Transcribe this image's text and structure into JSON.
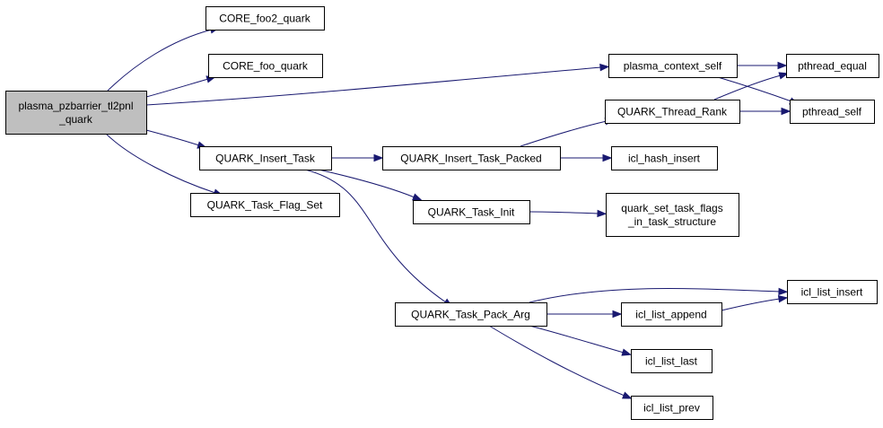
{
  "graph": {
    "nodes": [
      {
        "id": "root",
        "lines": [
          "plasma_pzbarrier_tl2pnl",
          "_quark"
        ],
        "highlighted": true
      },
      {
        "id": "core_foo2",
        "lines": [
          "CORE_foo2_quark"
        ]
      },
      {
        "id": "core_foo",
        "lines": [
          "CORE_foo_quark"
        ]
      },
      {
        "id": "insert_task",
        "lines": [
          "QUARK_Insert_Task"
        ]
      },
      {
        "id": "task_flag_set",
        "lines": [
          "QUARK_Task_Flag_Set"
        ]
      },
      {
        "id": "plasma_context_self",
        "lines": [
          "plasma_context_self"
        ]
      },
      {
        "id": "thread_rank",
        "lines": [
          "QUARK_Thread_Rank"
        ]
      },
      {
        "id": "insert_task_packed",
        "lines": [
          "QUARK_Insert_Task_Packed"
        ]
      },
      {
        "id": "task_init",
        "lines": [
          "QUARK_Task_Init"
        ]
      },
      {
        "id": "task_pack_arg",
        "lines": [
          "QUARK_Task_Pack_Arg"
        ]
      },
      {
        "id": "pthread_equal",
        "lines": [
          "pthread_equal"
        ]
      },
      {
        "id": "pthread_self",
        "lines": [
          "pthread_self"
        ]
      },
      {
        "id": "icl_hash_insert",
        "lines": [
          "icl_hash_insert"
        ]
      },
      {
        "id": "quark_set_task_flags",
        "lines": [
          "quark_set_task_flags",
          "_in_task_structure"
        ]
      },
      {
        "id": "icl_list_insert",
        "lines": [
          "icl_list_insert"
        ]
      },
      {
        "id": "icl_list_append",
        "lines": [
          "icl_list_append"
        ]
      },
      {
        "id": "icl_list_last",
        "lines": [
          "icl_list_last"
        ]
      },
      {
        "id": "icl_list_prev",
        "lines": [
          "icl_list_prev"
        ]
      }
    ],
    "edges": [
      {
        "from": "root",
        "to": "core_foo2"
      },
      {
        "from": "root",
        "to": "core_foo"
      },
      {
        "from": "root",
        "to": "plasma_context_self"
      },
      {
        "from": "root",
        "to": "insert_task"
      },
      {
        "from": "root",
        "to": "task_flag_set"
      },
      {
        "from": "plasma_context_self",
        "to": "pthread_equal"
      },
      {
        "from": "plasma_context_self",
        "to": "pthread_self"
      },
      {
        "from": "thread_rank",
        "to": "pthread_equal"
      },
      {
        "from": "thread_rank",
        "to": "pthread_self"
      },
      {
        "from": "insert_task",
        "to": "insert_task_packed"
      },
      {
        "from": "insert_task",
        "to": "task_init"
      },
      {
        "from": "insert_task",
        "to": "task_pack_arg"
      },
      {
        "from": "insert_task_packed",
        "to": "thread_rank"
      },
      {
        "from": "insert_task_packed",
        "to": "icl_hash_insert"
      },
      {
        "from": "task_init",
        "to": "quark_set_task_flags"
      },
      {
        "from": "task_pack_arg",
        "to": "icl_list_insert"
      },
      {
        "from": "task_pack_arg",
        "to": "icl_list_append"
      },
      {
        "from": "task_pack_arg",
        "to": "icl_list_last"
      },
      {
        "from": "task_pack_arg",
        "to": "icl_list_prev"
      },
      {
        "from": "icl_list_append",
        "to": "icl_list_insert"
      }
    ],
    "colors": {
      "edge": "#191970",
      "node_fill": "#ffffff",
      "highlight_fill": "#bfbfbf",
      "border": "#000000"
    }
  }
}
